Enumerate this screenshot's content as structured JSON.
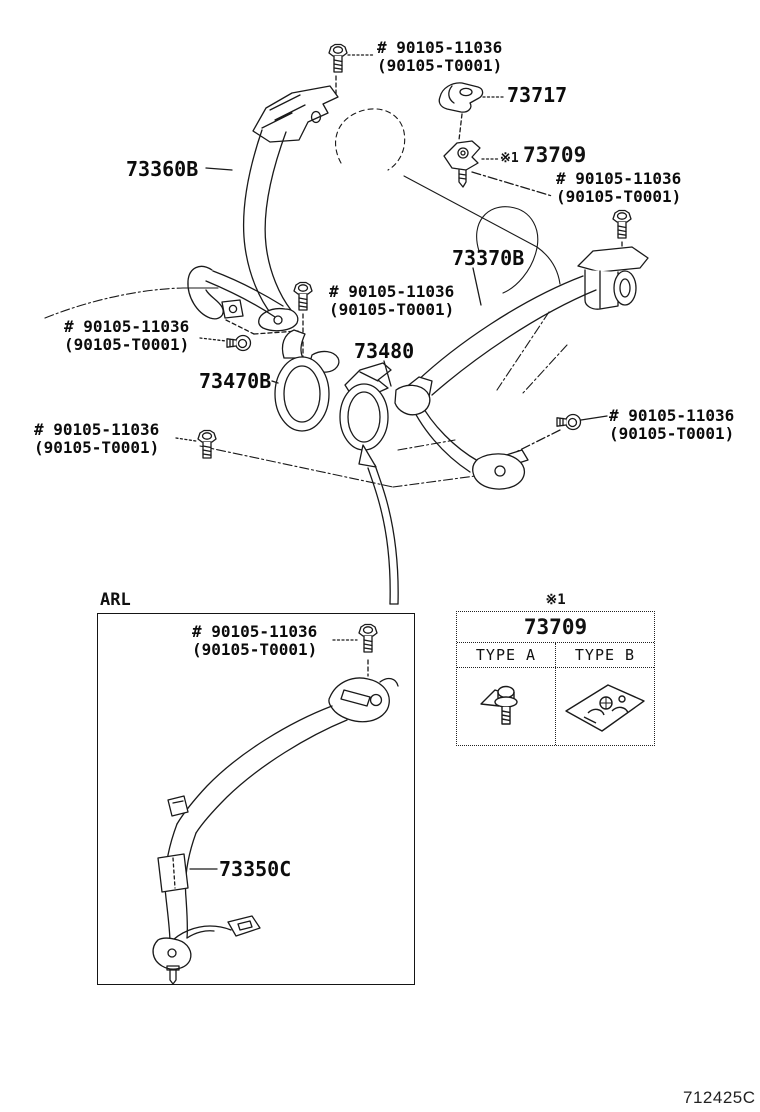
{
  "diagram": {
    "kind": "rear seat belt parts diagram",
    "code": "712425C",
    "inset_label": "ARL",
    "note_marker": "※1"
  },
  "colors": {
    "ink": "#1a1a1a",
    "background": "#ffffff"
  },
  "fastener": {
    "line1": "# 90105-11036",
    "line2": "(90105-T0001)"
  },
  "parts": {
    "belt_assy_outer_left": "73360B",
    "belt_assy_outer_right": "73370B",
    "anchor_cover": "73717",
    "child_restraint_anchor": "73709",
    "buckle_inner_left": "73470B",
    "buckle_inner_center": "73480",
    "belt_assy_inner_arl": "73350C"
  },
  "table": {
    "part_no": "73709",
    "columns": [
      "TYPE A",
      "TYPE B"
    ]
  }
}
